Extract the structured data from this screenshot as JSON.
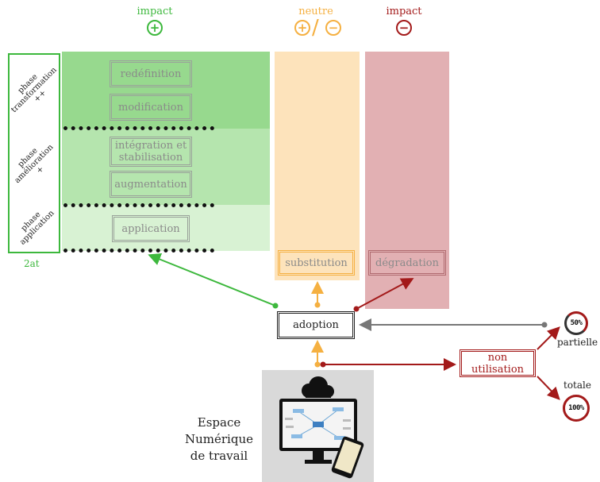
{
  "header": {
    "impact_positive": "impact",
    "neutre": "neutre",
    "impact_negative": "impact"
  },
  "phases": {
    "transformation": [
      "phase",
      "transformation",
      "++"
    ],
    "amelioration": [
      "phase",
      "amélioration",
      "+"
    ],
    "application": [
      "phase",
      "application"
    ],
    "bottom_label": "2at"
  },
  "levels": {
    "redefinition": "redéfinition",
    "modification": "modification",
    "integration": [
      "intégration et",
      "stabilisation"
    ],
    "augmentation": "augmentation",
    "application": "application"
  },
  "columns": {
    "substitution": "substitution",
    "degradation": "dégradation"
  },
  "nodes": {
    "adoption": "adoption",
    "non_utilisation": [
      "non",
      "utilisation"
    ],
    "partielle": "partielle",
    "totale": "totale",
    "gauge_partial": "50%",
    "gauge_total": "100%"
  },
  "ent_label": [
    "Espace",
    "Numérique",
    "de travail"
  ],
  "colors": {
    "green": "#3db83d",
    "orange": "#f5b041",
    "red": "#a31a1a",
    "grey": "#777777"
  }
}
